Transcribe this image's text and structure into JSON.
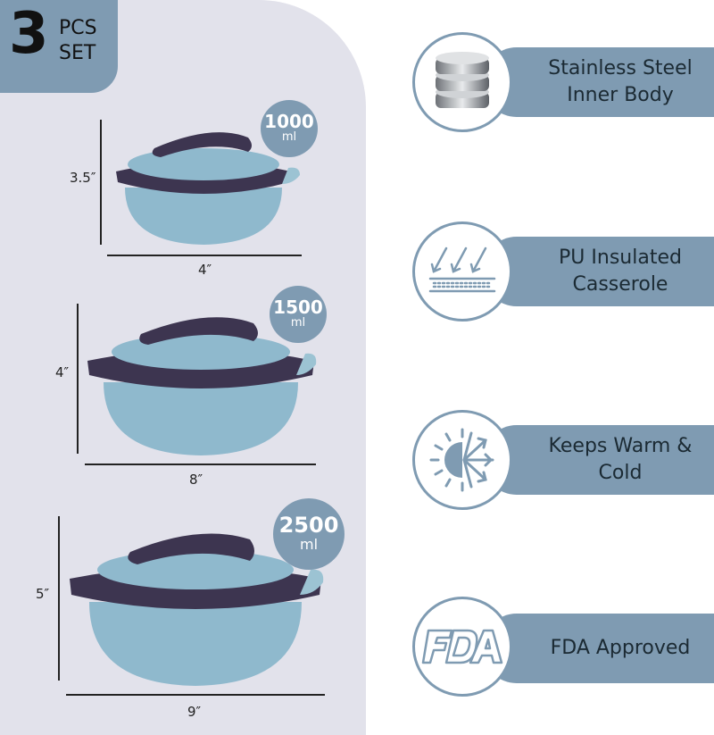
{
  "badge": {
    "count": "3",
    "line1": "PCS",
    "line2": "SET"
  },
  "pots": [
    {
      "volume": "1000",
      "unit": "ml",
      "height": "3.5″",
      "width": "4″"
    },
    {
      "volume": "1500",
      "unit": "ml",
      "height": "4″",
      "width": "8″"
    },
    {
      "volume": "2500",
      "unit": "ml",
      "height": "5″",
      "width": "9″"
    }
  ],
  "features": [
    {
      "label": "Stainless Steel Inner Body",
      "icon": "steel-coins-icon"
    },
    {
      "label": "PU Insulated Casserole",
      "icon": "insulation-icon"
    },
    {
      "label": "Keeps Warm & Cold",
      "icon": "sun-snowflake-icon"
    },
    {
      "label": "FDA Approved",
      "icon": "fda-icon"
    }
  ],
  "colors": {
    "accent": "#7f9bb2",
    "pot_body": "#8fb9cd",
    "lid_rim": "#3d3550",
    "panel": "#e2e2eb"
  }
}
